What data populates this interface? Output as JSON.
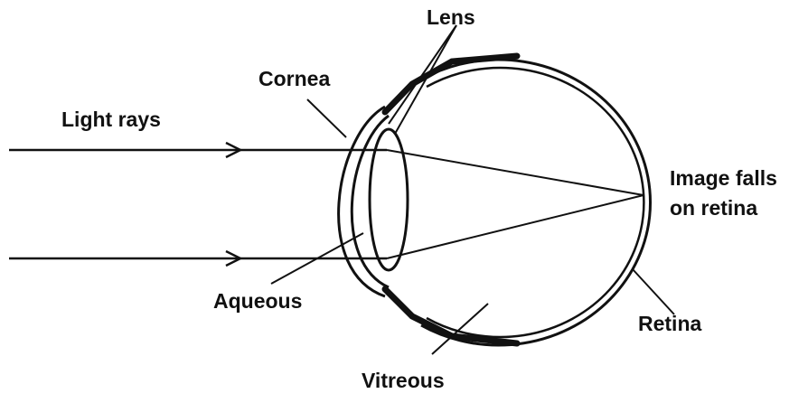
{
  "labels": {
    "lens": "Lens",
    "cornea": "Cornea",
    "light_rays": "Light rays",
    "image_line1": "Image falls",
    "image_line2": "on retina",
    "aqueous": "Aqueous",
    "retina": "Retina",
    "vitreous": "Vitreous"
  },
  "colors": {
    "ink": "#111111",
    "background": "#ffffff"
  }
}
